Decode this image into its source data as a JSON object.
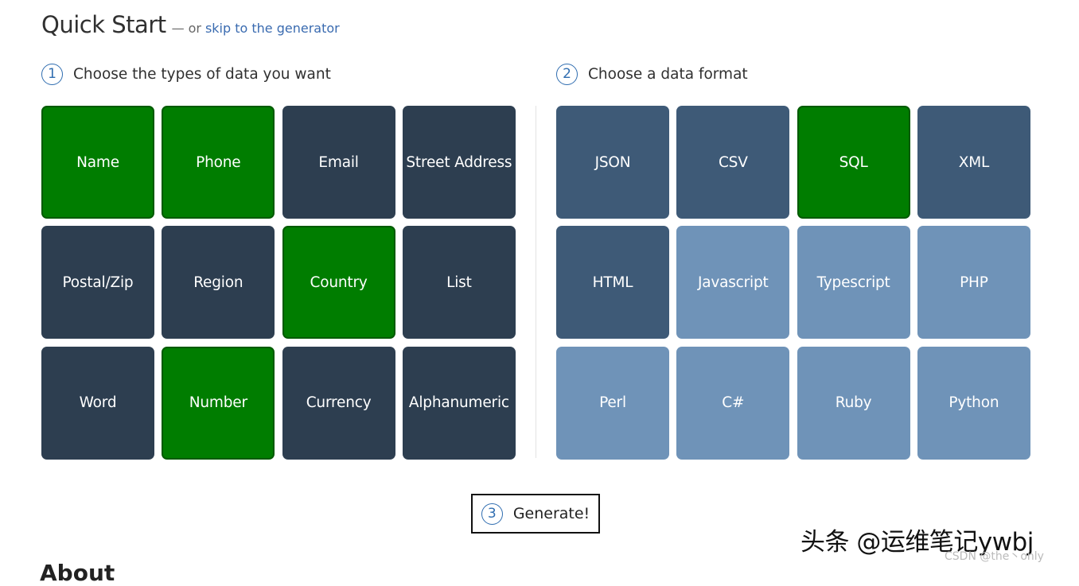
{
  "header": {
    "title": "Quick Start",
    "dash": "—",
    "or_text": "or",
    "skip_link": "skip to the generator"
  },
  "steps": [
    {
      "number": "1",
      "label": "Choose the types of data you want"
    },
    {
      "number": "2",
      "label": "Choose a data format"
    },
    {
      "number": "3",
      "label": "Generate!"
    }
  ],
  "data_types": [
    {
      "label": "Name",
      "selected": true
    },
    {
      "label": "Phone",
      "selected": true
    },
    {
      "label": "Email",
      "selected": false
    },
    {
      "label": "Street Address",
      "selected": false
    },
    {
      "label": "Postal/Zip",
      "selected": false
    },
    {
      "label": "Region",
      "selected": false
    },
    {
      "label": "Country",
      "selected": true
    },
    {
      "label": "List",
      "selected": false
    },
    {
      "label": "Word",
      "selected": false
    },
    {
      "label": "Number",
      "selected": true
    },
    {
      "label": "Currency",
      "selected": false
    },
    {
      "label": "Alphanumeric",
      "selected": false
    }
  ],
  "data_formats": [
    {
      "label": "JSON",
      "selected": false,
      "shade": "slate"
    },
    {
      "label": "CSV",
      "selected": false,
      "shade": "slate"
    },
    {
      "label": "SQL",
      "selected": true,
      "shade": "slate"
    },
    {
      "label": "XML",
      "selected": false,
      "shade": "slate"
    },
    {
      "label": "HTML",
      "selected": false,
      "shade": "slate"
    },
    {
      "label": "Javascript",
      "selected": false,
      "shade": "light"
    },
    {
      "label": "Typescript",
      "selected": false,
      "shade": "light"
    },
    {
      "label": "PHP",
      "selected": false,
      "shade": "light"
    },
    {
      "label": "Perl",
      "selected": false,
      "shade": "light"
    },
    {
      "label": "C#",
      "selected": false,
      "shade": "light"
    },
    {
      "label": "Ruby",
      "selected": false,
      "shade": "light"
    },
    {
      "label": "Python",
      "selected": false,
      "shade": "light"
    }
  ],
  "about": {
    "heading": "About"
  },
  "watermark": {
    "main": "头条 @运维笔记ywbj",
    "csdn": "CSDN @the丶only"
  },
  "colors": {
    "selected": "#007d00",
    "type_tile": "#2d3e50",
    "format_tile_primary": "#3e5a77",
    "format_tile_secondary": "#6f93b8",
    "accent_link": "#3a6bb0"
  }
}
